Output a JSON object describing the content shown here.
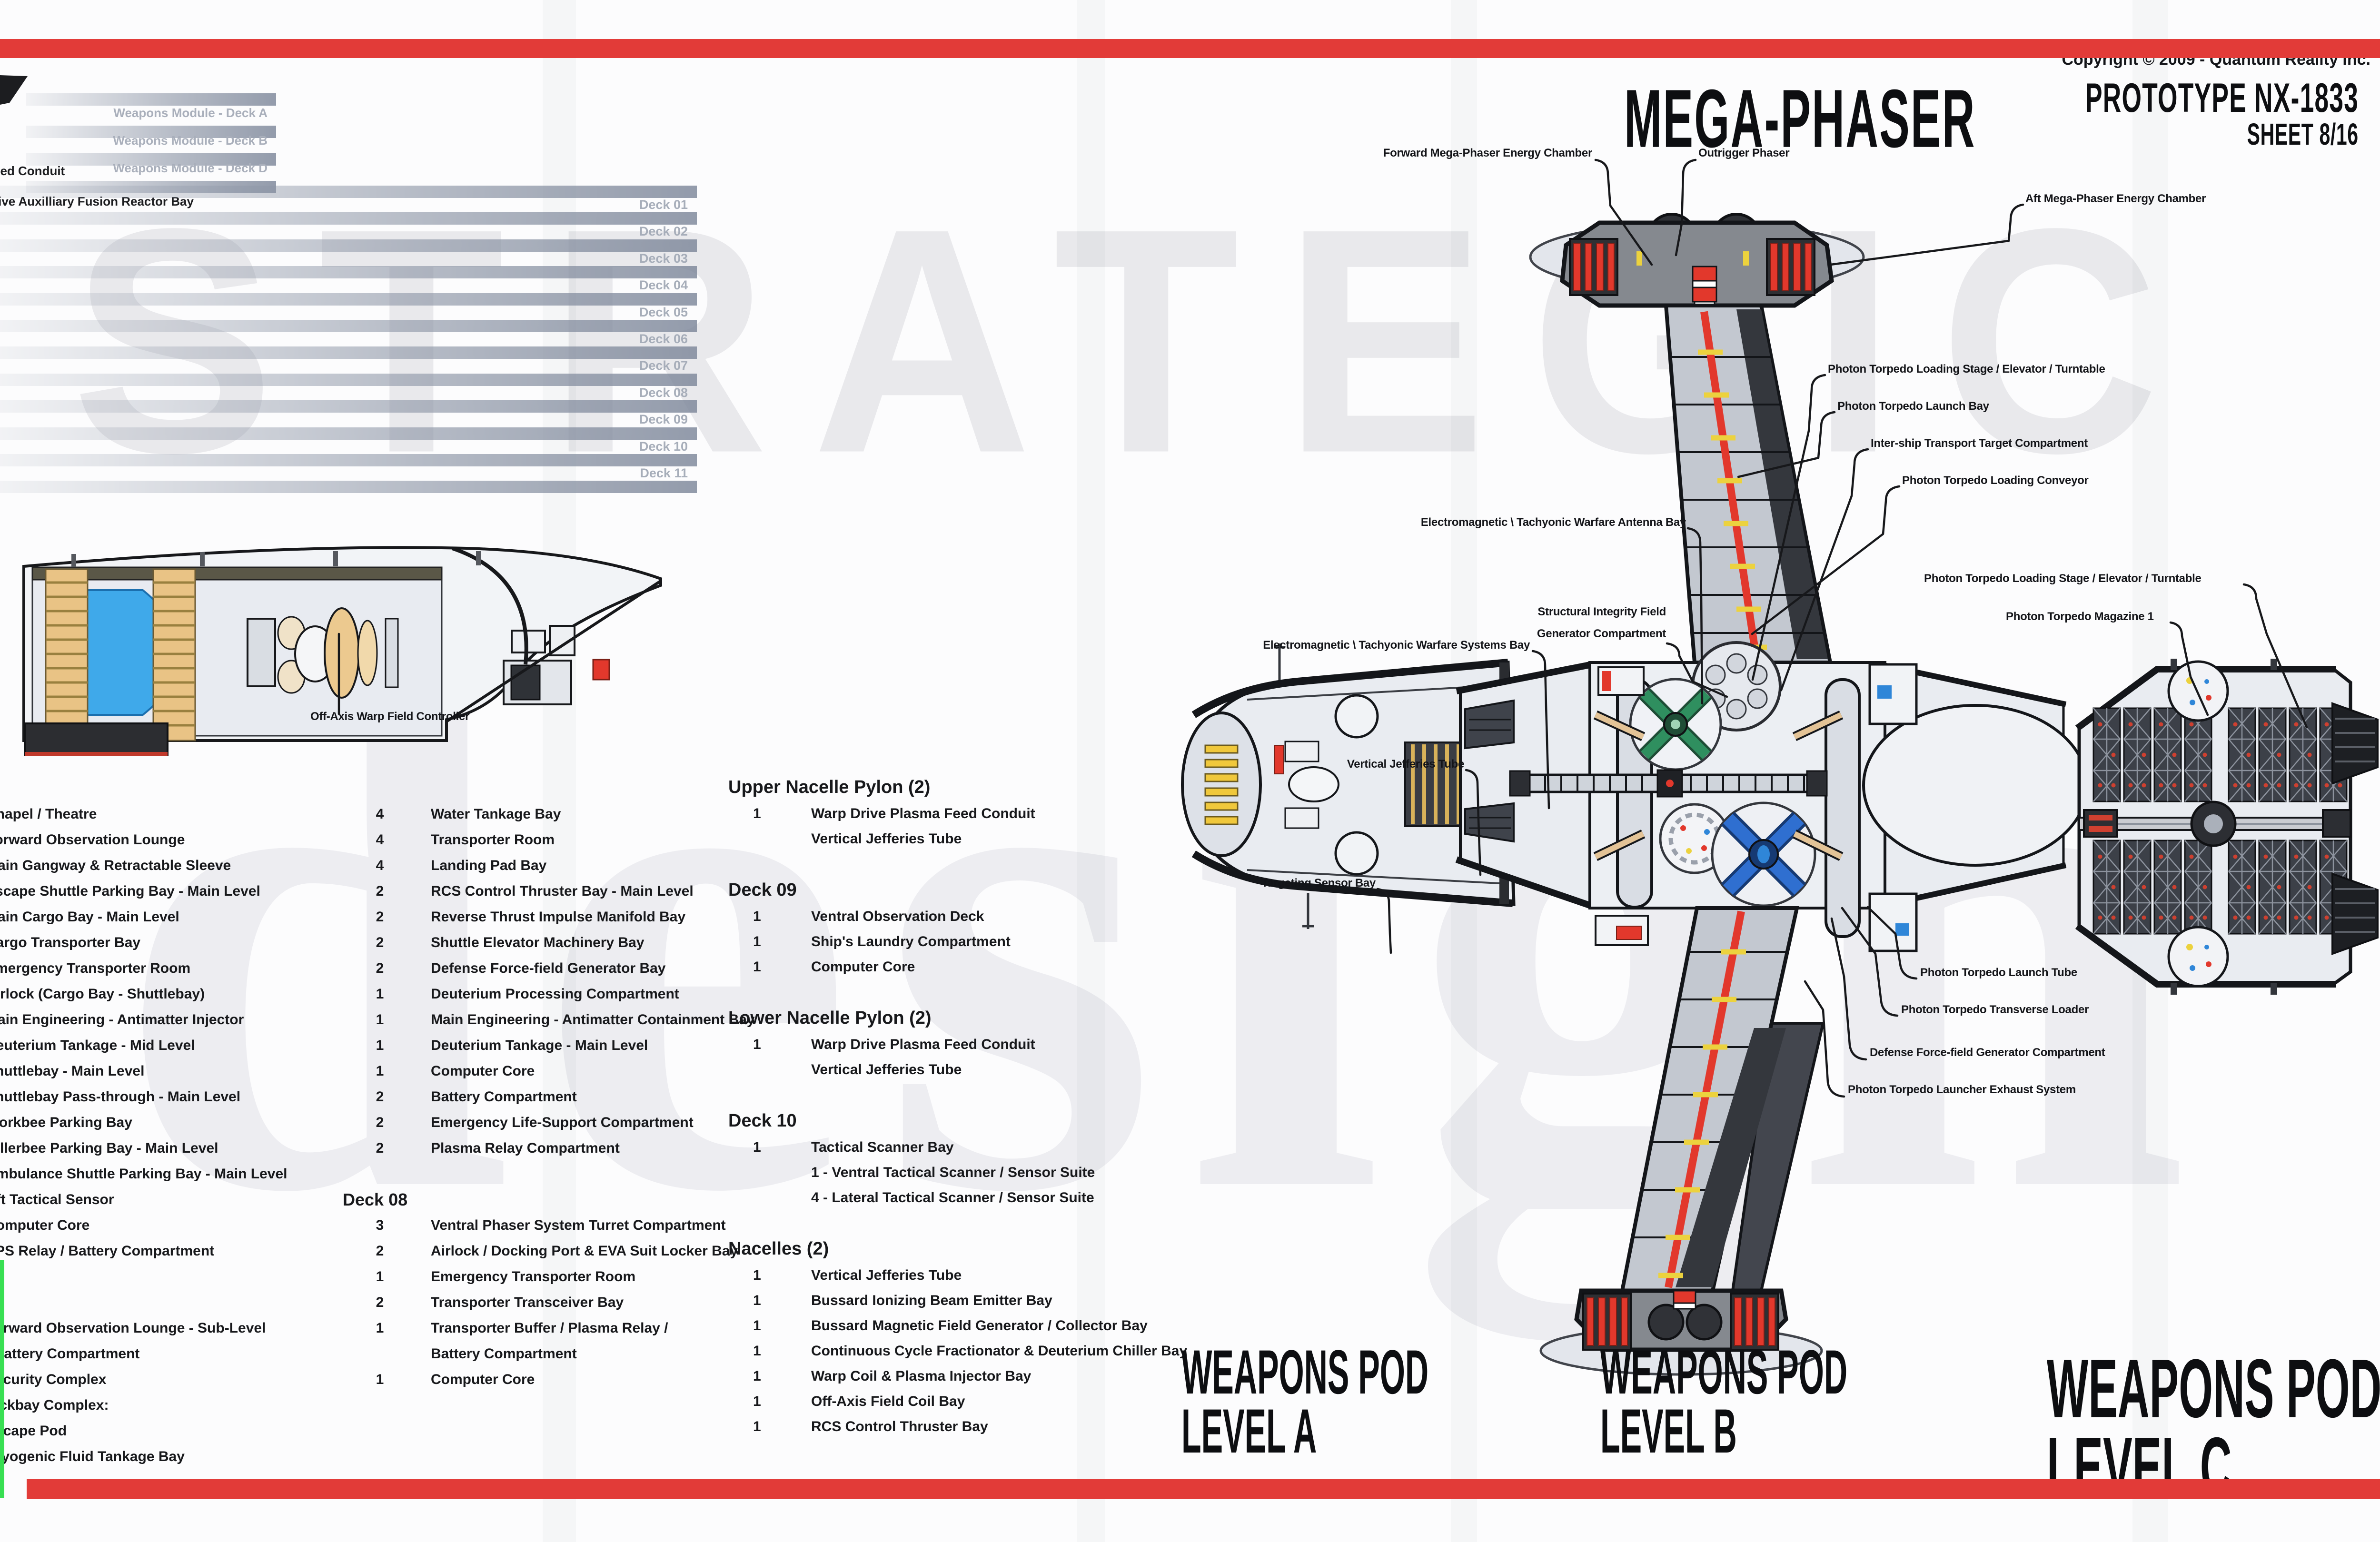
{
  "sheet": {
    "copyright": "Copyright © 2009 - Quantum Reality Inc.",
    "prototype": "PROTOTYPE NX-1833",
    "sheet_no": "SHEET 8/16",
    "title": "MEGA-PHASER",
    "watermark_top": "STRATEGIC",
    "watermark_bottom": "design"
  },
  "colors": {
    "frame_red": "#e23b38",
    "accent_red": "#e2382c",
    "accent_yellow": "#ecd23e",
    "bussard_blue": "#3fa9ea",
    "cross_green": "#2f8f5f",
    "cross_blue": "#2f6fd0",
    "coil_tan": "#e9c385",
    "bar_gray": "#8a93a4",
    "watermark_gray": "#e9e9ec"
  },
  "deck_bars": {
    "modules": [
      "Weapons Module - Deck A",
      "Weapons Module - Deck B",
      "Weapons Module - Deck D"
    ],
    "conduit_label": "eed Conduit",
    "reactor_label": "rive Auxilliary Fusion Reactor Bay",
    "decks": [
      "Deck 01",
      "Deck 02",
      "Deck 03",
      "Deck 04",
      "Deck 05",
      "Deck 06",
      "Deck 07",
      "Deck 08",
      "Deck 09",
      "Deck 10",
      "Deck 11"
    ]
  },
  "compartment_table": {
    "rows": [
      {
        "l": "Chapel / Theatre",
        "n": "4",
        "r": "Water Tankage Bay"
      },
      {
        "l": "Forward Observation Lounge",
        "n": "4",
        "r": "Transporter Room"
      },
      {
        "l": "Main Gangway & Retractable Sleeve",
        "n": "4",
        "r": "Landing Pad Bay"
      },
      {
        "l": "Escape Shuttle Parking Bay - Main Level",
        "n": "2",
        "r": "RCS Control Thruster Bay - Main Level"
      },
      {
        "l": "Main Cargo Bay - Main Level",
        "n": "2",
        "r": "Reverse Thrust Impulse Manifold Bay"
      },
      {
        "l": "Cargo Transporter Bay",
        "n": "2",
        "r": "Shuttle Elevator Machinery Bay"
      },
      {
        "l": "Emergency Transporter Room",
        "n": "2",
        "r": "Defense Force-field Generator Bay"
      },
      {
        "l": "Airlock (Cargo Bay - Shuttlebay)",
        "n": "1",
        "r": "Deuterium Processing Compartment"
      },
      {
        "l": "Main Engineering - Antimatter Injector",
        "n": "1",
        "r": "Main Engineering - Antimatter Containment Bay"
      },
      {
        "l": "Deuterium Tankage - Mid Level",
        "n": "1",
        "r": "Deuterium Tankage - Main Level"
      },
      {
        "l": "Shuttlebay - Main Level",
        "n": "1",
        "r": "Computer Core"
      },
      {
        "l": "Shuttlebay Pass-through - Main Level",
        "n": "2",
        "r": "Battery Compartment"
      },
      {
        "l": "Workbee Parking Bay",
        "n": "2",
        "r": "Emergency Life-Support Compartment"
      },
      {
        "l": "Killerbee Parking Bay - Main Level",
        "n": "2",
        "r": "Plasma Relay Compartment"
      },
      {
        "l": "Ambulance Shuttle Parking Bay - Main Level",
        "n": "",
        "r": ""
      },
      {
        "l": "Aft Tactical Sensor",
        "n": "",
        "r": "",
        "h": "Deck 08"
      },
      {
        "l": "Computer Core",
        "n": "3",
        "r": "Ventral Phaser System Turret Compartment"
      },
      {
        "l": "EPS Relay / Battery Compartment",
        "n": "2",
        "r": "Airlock / Docking Port & EVA Suit Locker Bay"
      },
      {
        "l": "",
        "n": "1",
        "r": "Emergency Transporter Room"
      },
      {
        "l": "",
        "n": "2",
        "r": "Transporter Transceiver Bay"
      },
      {
        "l": "Forward Observation Lounge - Sub-Level",
        "n": "1",
        "r": "Transporter Buffer / Plasma Relay /"
      },
      {
        "l": "/ Battery Compartment",
        "n": "",
        "r": "Battery Compartment"
      },
      {
        "l": "Security Complex",
        "n": "1",
        "r": "Computer Core"
      },
      {
        "l": "Sickbay Complex:",
        "n": "",
        "r": ""
      },
      {
        "l": "Escape Pod",
        "n": "",
        "r": ""
      },
      {
        "l": "Cryogenic Fluid Tankage Bay",
        "n": "",
        "r": ""
      }
    ]
  },
  "systems_list": {
    "sections": [
      {
        "header": "Upper Nacelle Pylon (2)",
        "items": [
          {
            "c": "1",
            "n": "Warp Drive Plasma Feed Conduit"
          },
          {
            "c": "",
            "n": "Vertical Jefferies Tube"
          }
        ]
      },
      {
        "header": "Deck 09",
        "items": [
          {
            "c": "1",
            "n": "Ventral Observation Deck"
          },
          {
            "c": "1",
            "n": "Ship's Laundry Compartment"
          },
          {
            "c": "1",
            "n": "Computer Core"
          }
        ]
      },
      {
        "header": "Lower Nacelle Pylon (2)",
        "items": [
          {
            "c": "1",
            "n": "Warp Drive Plasma Feed Conduit"
          },
          {
            "c": "",
            "n": "Vertical Jefferies Tube"
          }
        ]
      },
      {
        "header": "Deck 10",
        "items": [
          {
            "c": "1",
            "n": "Tactical Scanner Bay"
          },
          {
            "c": "",
            "n": "1 - Ventral Tactical Scanner / Sensor Suite"
          },
          {
            "c": "",
            "n": "4 - Lateral Tactical Scanner / Sensor Suite"
          }
        ]
      },
      {
        "header": "Nacelles (2)",
        "items": [
          {
            "c": "1",
            "n": "Vertical Jefferies Tube"
          },
          {
            "c": "1",
            "n": "Bussard Ionizing Beam Emitter Bay"
          },
          {
            "c": "1",
            "n": "Bussard Magnetic Field Generator / Collector Bay"
          },
          {
            "c": "1",
            "n": "Continuous Cycle Fractionator & Deuterium Chiller Bay"
          },
          {
            "c": "1",
            "n": "Warp Coil & Plasma Injector Bay"
          },
          {
            "c": "1",
            "n": "Off-Axis Field Coil Bay"
          },
          {
            "c": "1",
            "n": "RCS Control Thruster Bay"
          }
        ]
      }
    ]
  },
  "callouts": {
    "forward_chamber": "Forward Mega-Phaser Energy Chamber",
    "outrigger_phaser": "Outrigger Phaser",
    "aft_chamber": "Aft Mega-Phaser Energy Chamber",
    "pt_loading_stage_top": "Photon Torpedo Loading Stage / Elevator / Turntable",
    "pt_launch_bay": "Photon Torpedo Launch Bay",
    "inter_ship": "Inter-ship Transport Target Compartment",
    "pt_loading_conveyor": "Photon Torpedo Loading Conveyor",
    "em_antenna": "Electromagnetic \\ Tachyonic Warfare Antenna Bay",
    "em_systems": "Electromagnetic \\ Tachyonic Warfare Systems Bay",
    "vertical_jefferies": "Vertical Jefferies Tube",
    "targeting_sensor": "Targeting Sensor Bay",
    "structural_1": "Structural Integrity Field",
    "structural_2": "Generator Compartment",
    "pt_loading_stage_right": "Photon Torpedo Loading Stage / Elevator / Turntable",
    "pt_magazine": "Photon Torpedo Magazine 1",
    "pt_launch_tube": "Photon Torpedo Launch Tube",
    "pt_transverse_loader": "Photon Torpedo Transverse Loader",
    "defense_forcefield": "Defense Force-field Generator Compartment",
    "pt_exhaust": "Photon Torpedo Launcher Exhaust System",
    "off_axis": "Off-Axis Warp Field Controller"
  },
  "pods": [
    {
      "line1": "WEAPONS POD",
      "line2": "LEVEL A"
    },
    {
      "line1": "WEAPONS POD",
      "line2": "LEVEL B"
    },
    {
      "line1": "WEAPONS POD",
      "line2": "LEVEL C"
    }
  ]
}
